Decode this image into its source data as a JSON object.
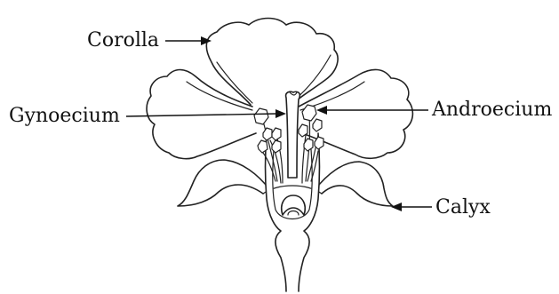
{
  "diagram": {
    "labels": {
      "corolla": "Corolla",
      "gynoecium": "Gynoecium",
      "androecium": "Androecium",
      "calyx": "Calyx"
    }
  }
}
